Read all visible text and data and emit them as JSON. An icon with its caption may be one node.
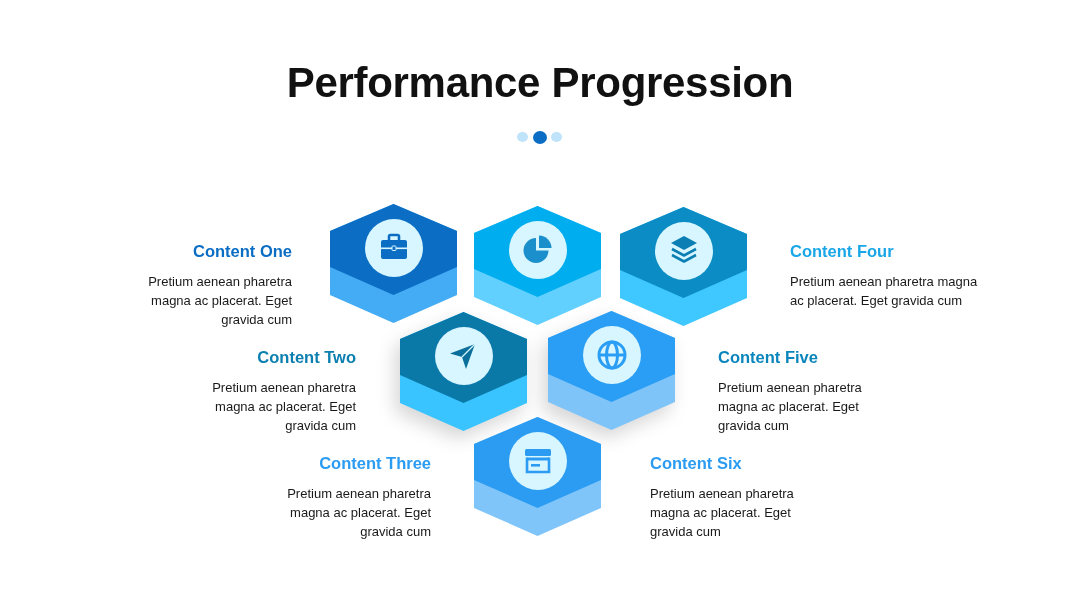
{
  "diagram": {
    "title": "Performance Progression",
    "nodes": [
      {
        "text": [],
        "shape": "hexagon",
        "beside": [
          "Content One",
          "Pretium aenean pharetra magna ac placerat. Eget gravida cum"
        ]
      },
      {
        "text": [],
        "shape": "hexagon"
      },
      {
        "text": [],
        "shape": "hexagon",
        "beside": [
          "Content Four",
          "Pretium aenean pharetra magna ac placerat. Eget gravida cum"
        ]
      },
      {
        "text": [],
        "shape": "hexagon",
        "beside": [
          "Content Two",
          "Pretium aenean pharetra magna ac placerat. Eget gravida cum"
        ]
      },
      {
        "text": [],
        "shape": "hexagon",
        "beside": [
          "Content Five",
          "Pretium aenean pharetra magna ac placerat. Eget gravida cum"
        ]
      },
      {
        "text": [],
        "shape": "hexagon",
        "beside": [
          "Content Three",
          "Pretium aenean pharetra magna ac placerat. Eget gravida cum",
          "Content Six",
          "Pretium aenean pharetra magna ac placerat. Eget gravida cum"
        ]
      }
    ]
  }
}
